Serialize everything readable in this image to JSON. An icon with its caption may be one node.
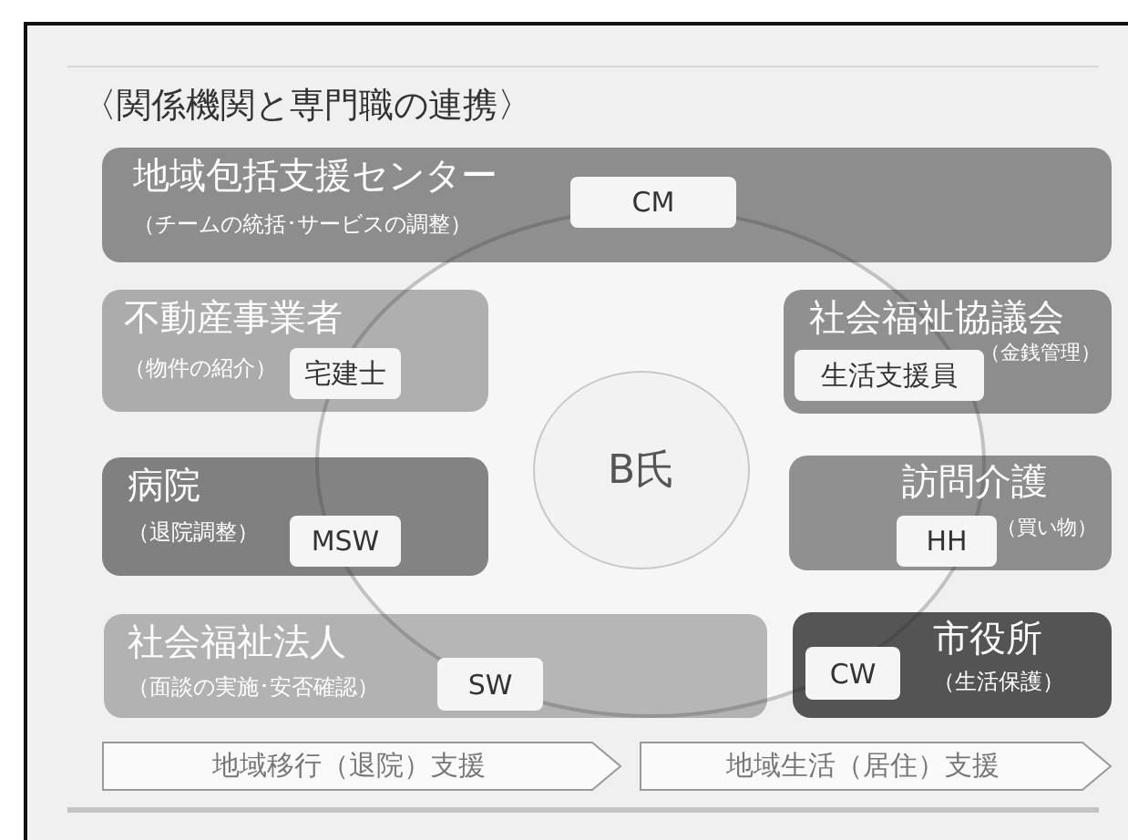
{
  "diagram": {
    "title": "〈関係機関と専門職の連携〉",
    "nodes": [
      {
        "text": [
          "地域包括支援センター",
          "（チームの統括･サービスの調整）"
        ]
      },
      {
        "text": [
          "CM"
        ],
        "in": 0
      },
      {
        "text": [
          "不動産事業者",
          "（物件の紹介）"
        ]
      },
      {
        "text": [
          "宅建士"
        ],
        "in": 2
      },
      {
        "text": [
          "社会福祉協議会",
          "（金銭管理）"
        ]
      },
      {
        "text": [
          "生活支援員"
        ],
        "in": 4
      },
      {
        "text": [
          "B氏"
        ]
      },
      {
        "text": [
          "病院",
          "（退院調整）"
        ]
      },
      {
        "text": [
          "MSW"
        ],
        "in": 7
      },
      {
        "text": [
          "訪問介護",
          "（買い物）"
        ]
      },
      {
        "text": [
          "HH"
        ],
        "in": 9
      },
      {
        "text": [
          "社会福祉法人",
          "（面談の実施･安否確認）"
        ]
      },
      {
        "text": [
          "SW"
        ],
        "in": 11
      },
      {
        "text": [
          "市役所",
          "（生活保護）"
        ]
      },
      {
        "text": [
          "CW"
        ],
        "in": 13
      },
      {
        "text": [
          "地域移行（退院）支援"
        ]
      },
      {
        "text": [
          "地域生活（居住）支援"
        ]
      }
    ]
  }
}
